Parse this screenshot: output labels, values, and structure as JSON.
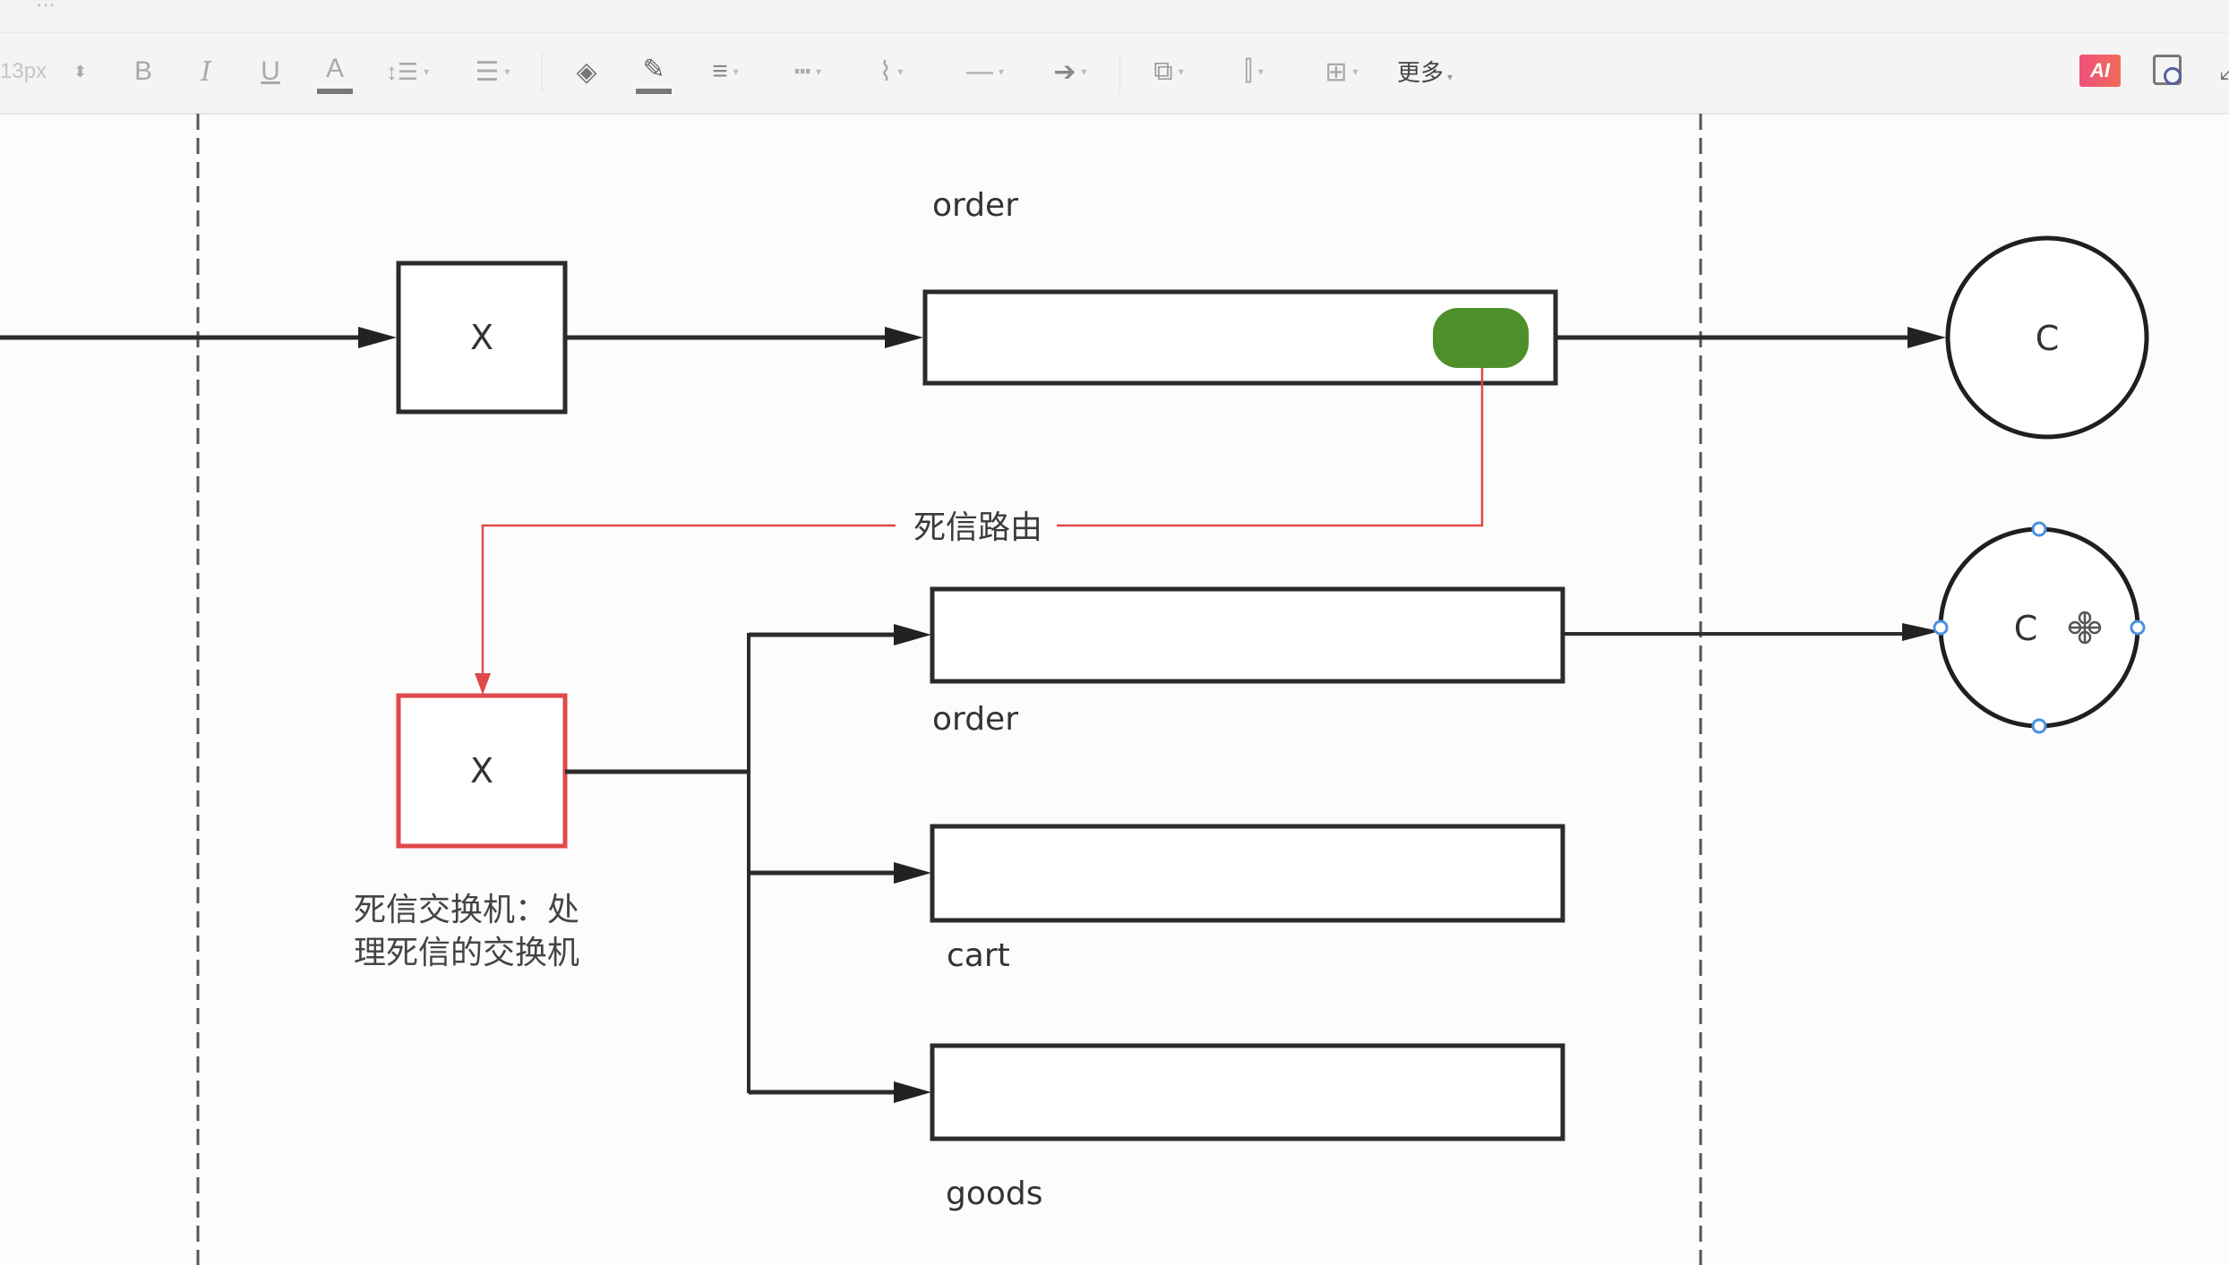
{
  "window": {
    "partial_tab_text": "···"
  },
  "toolbar": {
    "font_size": "13px",
    "buttons": [
      {
        "name": "bold",
        "glyph": "B"
      },
      {
        "name": "italic",
        "glyph": "I"
      },
      {
        "name": "underline",
        "glyph": "U"
      },
      {
        "name": "font-color",
        "glyph": "A"
      },
      {
        "name": "line-spacing",
        "glyph": "↕☰"
      },
      {
        "name": "text-align",
        "glyph": "☰"
      },
      {
        "name": "fill-color",
        "glyph": "◈"
      },
      {
        "name": "line-color",
        "glyph": "✎"
      },
      {
        "name": "line-width",
        "glyph": "≡"
      },
      {
        "name": "line-style",
        "glyph": "┅"
      },
      {
        "name": "connector-style",
        "glyph": "⌇"
      },
      {
        "name": "line-start",
        "glyph": "—"
      },
      {
        "name": "line-end",
        "glyph": "➔"
      },
      {
        "name": "layer",
        "glyph": "⧉"
      },
      {
        "name": "align",
        "glyph": "⫿"
      },
      {
        "name": "distribute",
        "glyph": "⊞"
      }
    ],
    "more_label": "更多",
    "ai_label": "AI"
  },
  "diagram": {
    "exchanges": [
      {
        "id": "main-exchange",
        "label": "X",
        "color": "#2b2b2b"
      },
      {
        "id": "dead-letter-exchange",
        "label": "X",
        "color": "#e0484a"
      }
    ],
    "queues": [
      {
        "id": "order-queue",
        "label": "order"
      },
      {
        "id": "dl-order-queue",
        "label": "order"
      },
      {
        "id": "dl-cart-queue",
        "label": "cart"
      },
      {
        "id": "dl-goods-queue",
        "label": "goods"
      }
    ],
    "consumers": [
      {
        "id": "consumer-1",
        "label": "C"
      },
      {
        "id": "consumer-2",
        "label": "C",
        "selected": true
      }
    ],
    "dead_message_color": "#4e8f2a",
    "dead_letter_route_label": "死信路由",
    "dead_letter_route_color": "#e0484a",
    "dlx_caption_line1": "死信交换机：处",
    "dlx_caption_line2": "理死信的交换机",
    "selection_handle_color": "#4a90e2"
  }
}
